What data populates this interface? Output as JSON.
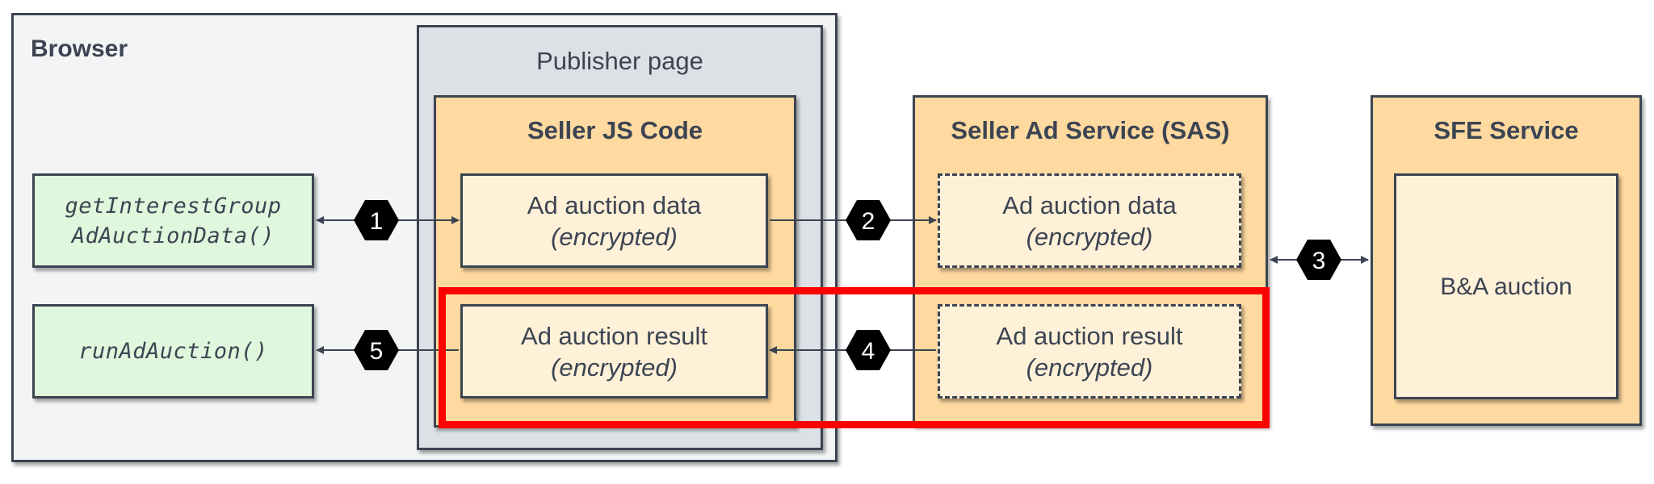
{
  "browser": {
    "title": "Browser",
    "api_get_line1": "getInterestGroup",
    "api_get_line2": "AdAuctionData()",
    "api_run": "runAdAuction()"
  },
  "publisher": {
    "title": "Publisher page"
  },
  "seller_js": {
    "title": "Seller JS Code",
    "data_line1": "Ad auction data",
    "data_line2": "(encrypted)",
    "result_line1": "Ad auction result",
    "result_line2": "(encrypted)"
  },
  "sas": {
    "title": "Seller Ad Service (SAS)",
    "data_line1": "Ad auction data",
    "data_line2": "(encrypted)",
    "result_line1": "Ad auction result",
    "result_line2": "(encrypted)"
  },
  "sfe": {
    "title": "SFE Service",
    "auction": "B&A auction"
  },
  "steps": [
    "1",
    "2",
    "3",
    "4",
    "5"
  ],
  "colors": {
    "stroke": "#3c4452",
    "browser_bg": "#f3f4f6",
    "publisher_bg": "#dde1e6",
    "service_bg": "#fed9a0",
    "inner_bg": "#fff1d8",
    "api_bg": "#dff7dc",
    "highlight": "#ff0000",
    "badge": "#000000"
  }
}
